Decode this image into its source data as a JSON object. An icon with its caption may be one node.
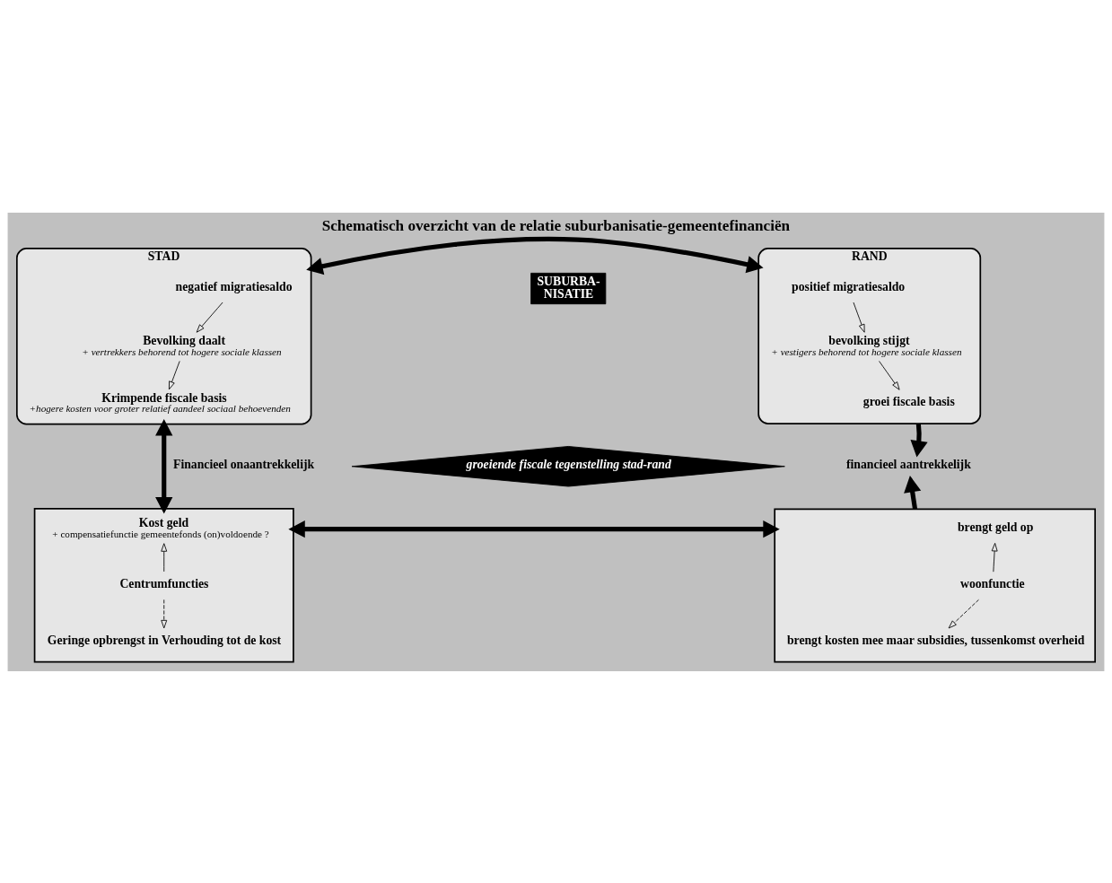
{
  "diagram": {
    "title": "Schematisch overzicht van de relatie suburbanisatie-gemeentefinanciën",
    "nodes": [
      {
        "text": [
          "STAD"
        ]
      },
      {
        "text": [
          "negatief migratiesaldo"
        ],
        "in": 0
      },
      {
        "text": [
          "Bevolking daalt",
          "+ vertrekkers behorend tot hogere sociale klassen"
        ],
        "in": 0
      },
      {
        "text": [
          "Krimpende fiscale basis",
          "+hogere kosten voor groter relatief aandeel sociaal behoevenden"
        ],
        "in": 0
      },
      {
        "text": [
          "RAND"
        ]
      },
      {
        "text": [
          "positief migratiesaldo"
        ],
        "in": 4
      },
      {
        "text": [
          "bevolking stijgt",
          "+ vestigers behorend tot hogere sociale klassen"
        ],
        "in": 4
      },
      {
        "text": [
          "groei fiscale basis"
        ],
        "in": 4
      },
      {
        "text": [
          "SUBURBA-",
          "NISATIE"
        ]
      },
      {
        "text": [
          "groeiende fiscale tegenstelling stad-rand"
        ]
      },
      {
        "text": [],
        "shape": "box"
      },
      {
        "text": [
          "Kost geld",
          "+ compensatiefunctie gemeentefonds (on)voldoende ?"
        ],
        "in": 10
      },
      {
        "text": [
          "Centrumfuncties"
        ],
        "in": 10
      },
      {
        "text": [
          "Geringe opbrengst in Verhouding tot de kost"
        ],
        "in": 10
      },
      {
        "text": [
          "financieel aantrekkelijk"
        ]
      },
      {
        "text": [],
        "shape": "box"
      },
      {
        "text": [
          "brengt geld op"
        ],
        "in": 15
      },
      {
        "text": [
          "woonfunctie"
        ],
        "in": 15
      },
      {
        "text": [
          "brengt kosten mee maar subsidies, tussenkomst overheid"
        ],
        "in": 15
      }
    ],
    "edges": [
      {
        "from": 1,
        "to": 2,
        "arrow": "to"
      },
      {
        "from": 2,
        "to": 3,
        "arrow": "to"
      },
      {
        "from": 5,
        "to": 6,
        "arrow": "to"
      },
      {
        "from": 6,
        "to": 7,
        "arrow": "to"
      },
      {
        "from": 0,
        "to": 4,
        "arrow": "both",
        "style": "thick"
      },
      {
        "from": 10,
        "to": 15,
        "arrow": "both",
        "style": "thick"
      },
      {
        "from": 0,
        "to": 10,
        "arrow": "both",
        "style": "thick",
        "label": "Financieel onaantrekkelijk"
      },
      {
        "from": 4,
        "to": 14,
        "arrow": "to",
        "style": "thick"
      },
      {
        "from": 15,
        "to": 14,
        "arrow": "to",
        "style": "thick"
      },
      {
        "from": 17,
        "to": 16,
        "arrow": "to"
      },
      {
        "from": 12,
        "to": 11,
        "arrow": "to"
      },
      {
        "from": 12,
        "to": 13,
        "arrow": "to",
        "style": "dashed"
      },
      {
        "from": 17,
        "to": 18,
        "arrow": "to",
        "style": "dashed"
      }
    ]
  }
}
